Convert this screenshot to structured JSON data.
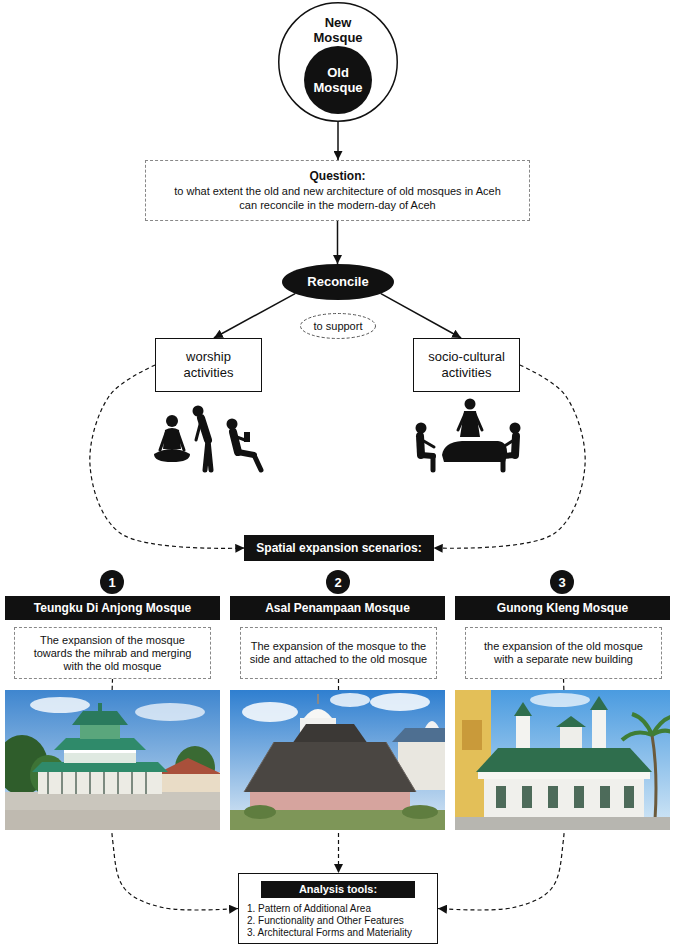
{
  "diagram": {
    "nodes": [
      {
        "text": [
          "New Mosque"
        ]
      },
      {
        "text": [
          "Old Mosque"
        ],
        "in": 0
      },
      {
        "text": [
          "Question:",
          "to what extent the old and new architecture of old mosques in Aceh can reconcile in the modern-day of Aceh"
        ]
      },
      {
        "text": [
          "Reconcile"
        ]
      },
      {
        "text": [
          "to support"
        ]
      },
      {
        "text": [
          "worship activities"
        ]
      },
      {
        "text": [
          "socio-cultural activities"
        ]
      },
      {
        "text": [
          "Spatial expansion scenarios:"
        ]
      },
      {
        "text": [
          "1"
        ]
      },
      {
        "text": [
          "2"
        ]
      },
      {
        "text": [
          "3"
        ]
      },
      {
        "text": [
          "Teungku Di Anjong Mosque"
        ]
      },
      {
        "text": [
          "Asal Penampaan Mosque"
        ]
      },
      {
        "text": [
          "Gunong Kleng Mosque"
        ]
      },
      {
        "text": [
          "The expansion of the mosque towards the mihrab and merging with the old mosque"
        ]
      },
      {
        "text": [
          "The expansion of the mosque to the side and attached to the old mosque"
        ]
      },
      {
        "text": [
          "the expansion of the old mosque with a separate new building"
        ]
      },
      {
        "text": [
          "Analysis tools:",
          "1. Pattern of Additional Area",
          "2. Functionality and Other Features",
          "3. Architectural Forms and Materiality"
        ]
      }
    ],
    "edges": [
      {
        "from": 0,
        "to": 2,
        "arrow": "to"
      },
      {
        "from": 2,
        "to": 3,
        "arrow": "to"
      },
      {
        "from": 3,
        "to": 5,
        "arrow": "to"
      },
      {
        "from": 3,
        "to": 6,
        "arrow": "to"
      },
      {
        "from": 5,
        "to": 7,
        "arrow": "to"
      },
      {
        "from": 6,
        "to": 7,
        "arrow": "to"
      },
      {
        "from": 14,
        "to": 17,
        "arrow": "to"
      },
      {
        "from": 15,
        "to": 17,
        "arrow": "to"
      },
      {
        "from": 16,
        "to": 17,
        "arrow": "to"
      }
    ]
  }
}
